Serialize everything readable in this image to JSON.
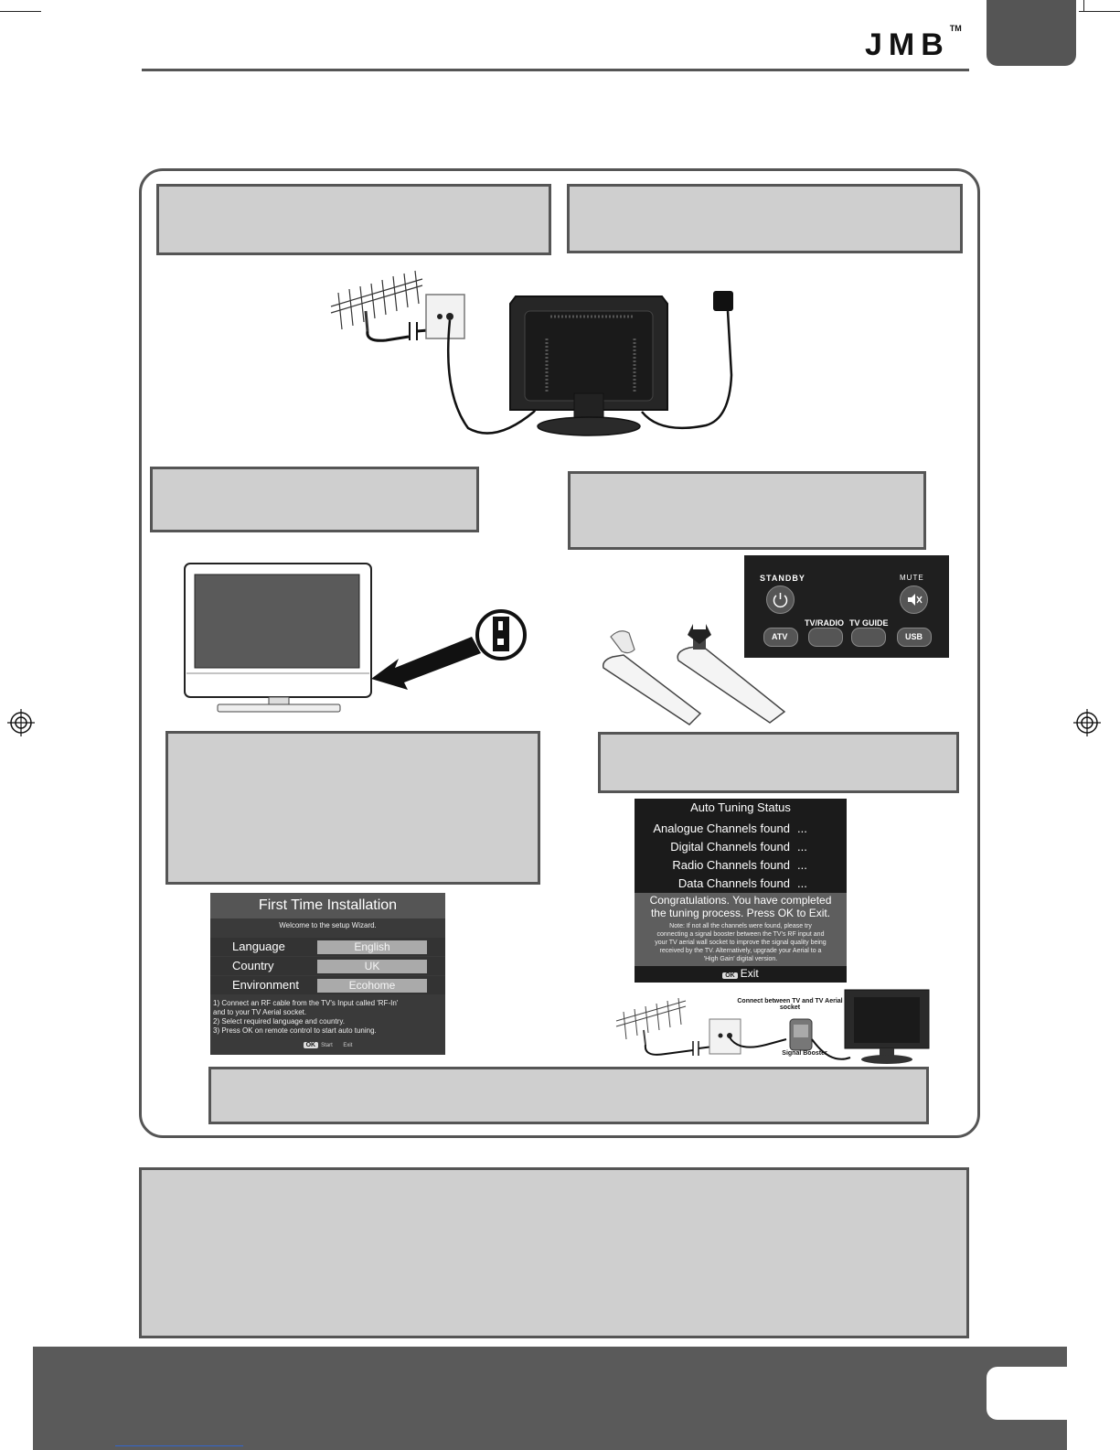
{
  "header": {
    "brand": "JMB",
    "trademark": "TM"
  },
  "remote": {
    "standby_label": "STANDBY",
    "mute_label": "MUTE",
    "atv_label": "ATV",
    "tv_radio_label": "TV/RADIO",
    "tv_guide_label": "TV GUIDE",
    "usb_label": "USB",
    "power_icon": "power-icon",
    "mute_icon": "mute-icon"
  },
  "first_time_installation": {
    "title": "First Time Installation",
    "welcome": "Welcome to the setup Wizard.",
    "rows": [
      {
        "label": "Language",
        "value": "English"
      },
      {
        "label": "Country",
        "value": "UK"
      },
      {
        "label": "Environment",
        "value": "Ecohome"
      }
    ],
    "notes": [
      "1) Connect an RF cable from the TV's Input called 'RF-In'",
      "and to your TV Aerial socket.",
      "2) Select required language and country.",
      "3) Press OK on remote control to start auto tuning."
    ],
    "ok_key": "OK",
    "start": "Start",
    "exit": "Exit"
  },
  "auto_tuning": {
    "title": "Auto Tuning Status",
    "rows": [
      {
        "label": "Analogue  Channels found",
        "dots": "..."
      },
      {
        "label": "Digital Channels found",
        "dots": "..."
      },
      {
        "label": "Radio Channels found",
        "dots": "..."
      },
      {
        "label": "Data Channels found",
        "dots": "..."
      }
    ],
    "congrats_1": "Congratulations. You have completed",
    "congrats_2": "the tuning process. Press OK to Exit.",
    "note_1": "Note: If not all the channels were found, please try",
    "note_2": "connecting a signal booster between the TV's RF input and",
    "note_3": "your TV aerial wall socket to improve the signal quality being",
    "note_4": "received by the TV. Alternatively, upgrade your Aerial to a",
    "note_5": "'High Gain' digital version.",
    "ok_key": "OK",
    "exit": "Exit"
  },
  "booster_diagram": {
    "connect_label_1": "Connect between TV and TV Aerial",
    "connect_label_2": "socket",
    "booster_label": "Signal Booster"
  },
  "colors": {
    "box_fill": "#cfcfcf",
    "border": "#555555",
    "dark_panel": "#1e1e1e"
  }
}
